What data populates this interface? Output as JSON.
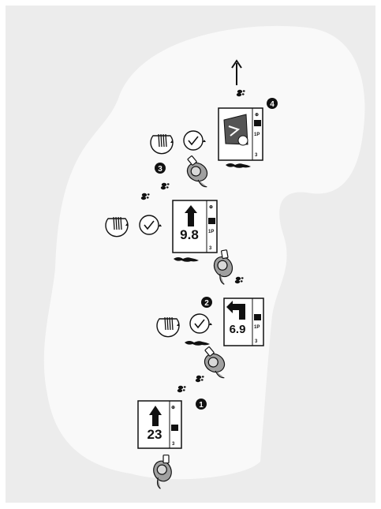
{
  "steps": [
    {
      "number": "1",
      "distance": "23"
    },
    {
      "number": "2",
      "distance": "6.9"
    },
    {
      "number": "3",
      "distance": "9.8"
    },
    {
      "number": "4",
      "distance": ""
    }
  ],
  "device_side": {
    "scale_marks": [
      "1P",
      "3"
    ],
    "zoom_glyph": "⊕"
  },
  "icons": {
    "step_badge": "filled-circle-number",
    "direction_arrow": "curved-arrow",
    "swipe_gesture": "swipe-icon",
    "confirm": "check-circle-icon",
    "footprints": "footprint-icon",
    "walker": "walking-person-icon",
    "shadow": "person-shadow-icon"
  },
  "colors": {
    "frame_bg": "#ececec",
    "map_area": "#f9f9f9",
    "ink": "#111111",
    "walker_fill": "#a0a0a0"
  }
}
